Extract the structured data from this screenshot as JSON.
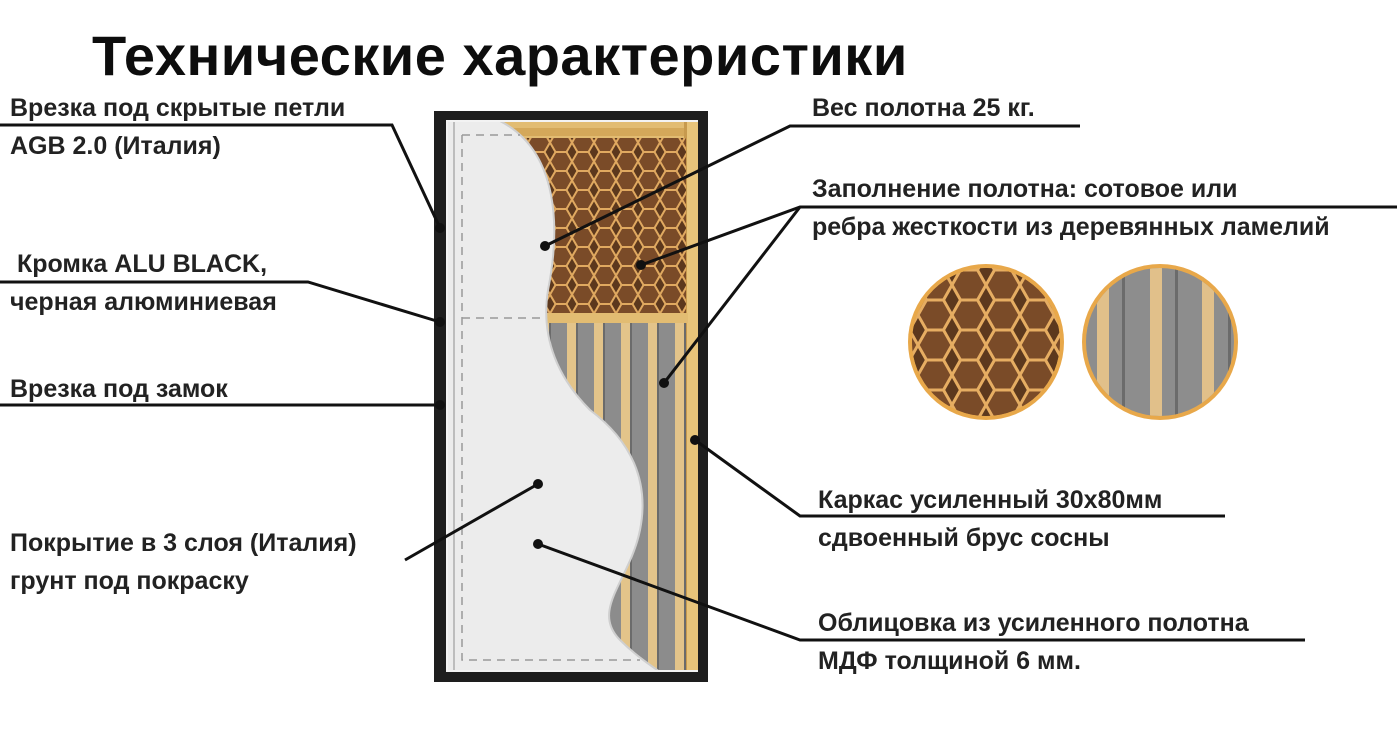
{
  "title": "Технические характеристики",
  "colors": {
    "frame": "#1e1e1e",
    "pine": "#e8c47a",
    "honeycomb_fill": "#6b4224",
    "honeycomb_line": "#e0a960",
    "mdf": "#ececec",
    "lamella_gray": "#8a8a8a",
    "leader": "#111111"
  },
  "labels": {
    "hinges": {
      "line1": "Врезка под скрытые петли",
      "line2": "AGB 2.0 (Италия)"
    },
    "edge": {
      "line1": " Кромка ALU BLACK,",
      "line2": "черная алюминиевая"
    },
    "lock": {
      "line1": "Врезка под замок"
    },
    "coating": {
      "line1": "Покрытие в 3 слоя (Италия)",
      "line2": "грунт под покраску"
    },
    "weight": {
      "line1": "Вес полотна 25 кг."
    },
    "filling": {
      "line1": "Заполнение полотна: сотовое или",
      "line2": "ребра жесткости из деревянных ламелий"
    },
    "frame": {
      "line1": "Каркас усиленный 30х80мм",
      "line2": "сдвоенный брус сосны"
    },
    "facing": {
      "line1": "Облицовка из усиленного полотна",
      "line2": "МДФ толщиной 6 мм."
    }
  },
  "icons": {
    "honeycomb_sample": "honeycomb-circle-icon",
    "lamella_sample": "lamella-circle-icon"
  }
}
